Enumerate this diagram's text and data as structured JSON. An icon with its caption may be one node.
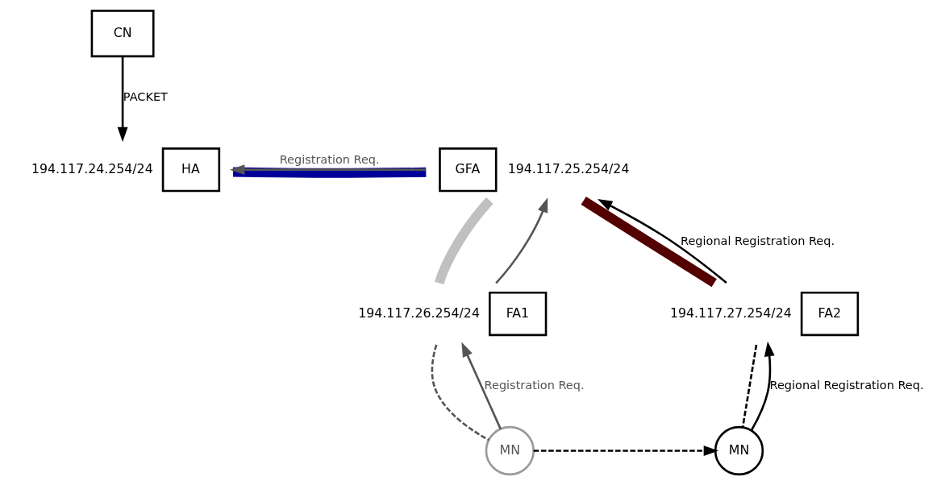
{
  "diagram": {
    "nodes": [
      {
        "text": [
          "CN"
        ]
      },
      {
        "text": [
          "HA"
        ],
        "beside": [
          "194.117.24.254/24"
        ]
      },
      {
        "text": [
          "GFA"
        ],
        "beside": [
          "194.117.25.254/24"
        ]
      },
      {
        "text": [
          "FA1"
        ],
        "beside": [
          "194.117.26.254/24"
        ]
      },
      {
        "text": [
          "FA2"
        ],
        "beside": [
          "194.117.27.254/24"
        ]
      },
      {
        "text": [
          "MN"
        ]
      },
      {
        "text": [
          "MN"
        ]
      }
    ],
    "edges": [
      {
        "from": 0,
        "to": 1,
        "arrow": "to",
        "label": "PACKET"
      },
      {
        "from": 1,
        "to": 2,
        "arrow": "none",
        "style": "thick",
        "color": "#000099"
      },
      {
        "from": 2,
        "to": 1,
        "arrow": "to",
        "label": "Registration Req.",
        "color": "#555555"
      },
      {
        "from": 2,
        "to": 3,
        "arrow": "none",
        "style": "thick",
        "color": "#c0c0c0"
      },
      {
        "from": 3,
        "to": 2,
        "arrow": "to",
        "color": "#555555"
      },
      {
        "from": 2,
        "to": 4,
        "arrow": "none",
        "style": "thick",
        "color": "#550000"
      },
      {
        "from": 4,
        "to": 2,
        "arrow": "to",
        "label": "Regional Registration Req."
      },
      {
        "from": 3,
        "to": 5,
        "arrow": "none",
        "style": "dashed",
        "color": "#555555"
      },
      {
        "from": 5,
        "to": 3,
        "arrow": "to",
        "label": "Registration Req.",
        "color": "#555555"
      },
      {
        "from": 4,
        "to": 6,
        "arrow": "none",
        "style": "dashed"
      },
      {
        "from": 6,
        "to": 4,
        "arrow": "to",
        "label": "Regional Registration Req."
      },
      {
        "from": 5,
        "to": 6,
        "arrow": "to",
        "style": "dashed"
      }
    ]
  }
}
